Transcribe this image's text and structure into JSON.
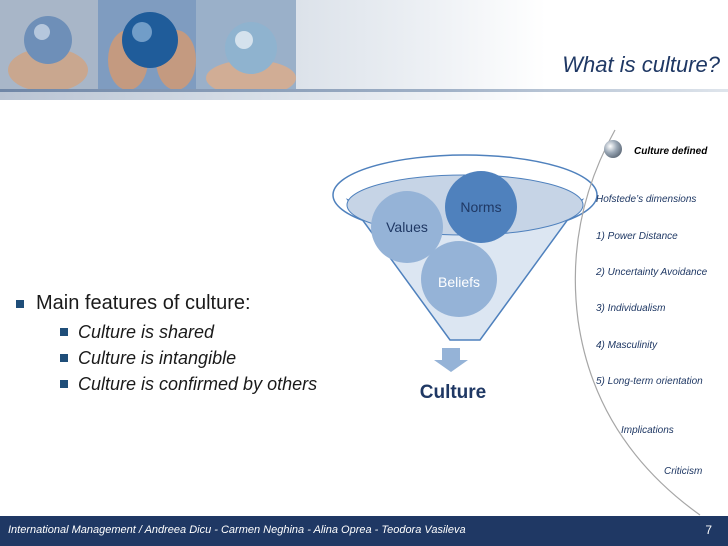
{
  "slide": {
    "title": "What is culture?",
    "features": {
      "heading": "Main features of culture:",
      "items": [
        "Culture is shared",
        "Culture is intangible",
        "Culture is confirmed by others"
      ]
    },
    "diagram": {
      "circles": [
        "Values",
        "Norms",
        "Beliefs"
      ],
      "result": "Culture"
    }
  },
  "nav": {
    "items": [
      {
        "label": "Culture defined",
        "active": true
      },
      {
        "label": "Hofstede’s  dimensions"
      },
      {
        "label": "1) Power Distance"
      },
      {
        "label": "2) Uncertainty Avoidance"
      },
      {
        "label": "3) Individualism"
      },
      {
        "label": "4) Masculinity"
      },
      {
        "label": "5) Long-term orientation"
      },
      {
        "label": "Implications"
      },
      {
        "label": "Criticism"
      }
    ]
  },
  "footer": {
    "text": "International Management / Andreea Dicu  - Carmen Neghina - Alina Oprea - Teodora Vasileva",
    "page": "7"
  },
  "colors": {
    "navy": "#1f3864",
    "circle_blue": "#4f81bd",
    "circle_light": "#95b3d7",
    "funnel_fill": "#dce6f2"
  }
}
